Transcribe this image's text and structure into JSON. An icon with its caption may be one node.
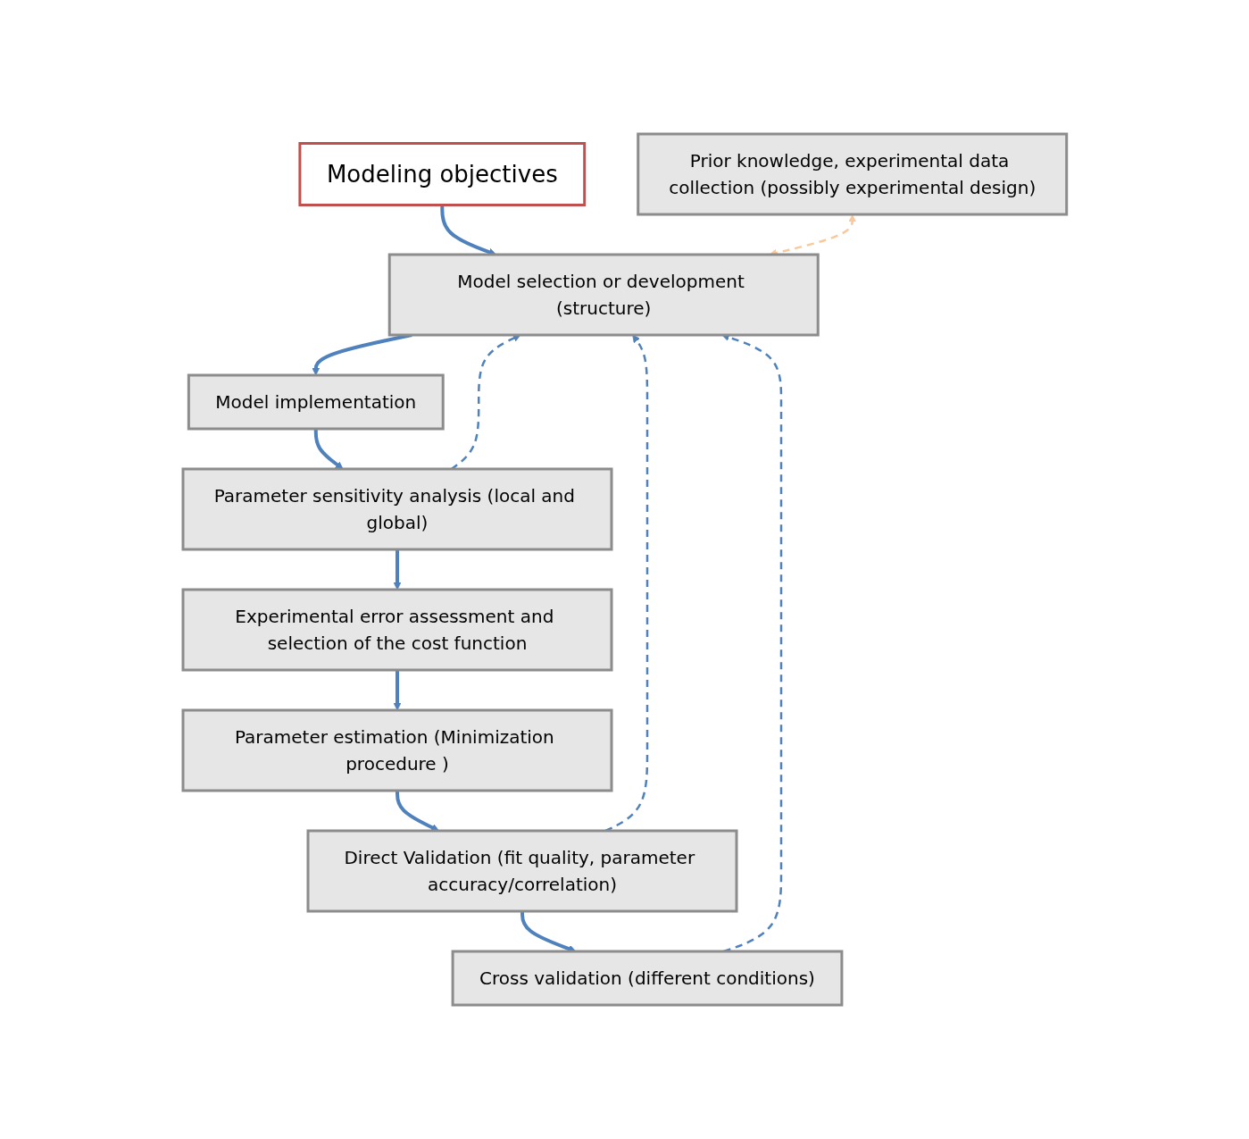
{
  "diagram": {
    "nodes": [
      {
        "text": [
          "Modeling objectives"
        ]
      },
      {
        "text": [
          "Prior knowledge, experimental data collection (possibly experimental design)"
        ]
      },
      {
        "text": [
          "Model selection or development (structure)"
        ]
      },
      {
        "text": [
          "Model implementation"
        ]
      },
      {
        "text": [
          "Parameter sensitivity analysis (local and global)"
        ]
      },
      {
        "text": [
          "Experimental error assessment and selection of the cost function"
        ]
      },
      {
        "text": [
          "Parameter estimation (Minimization procedure )"
        ]
      },
      {
        "text": [
          "Direct Validation (fit quality, parameter accuracy/correlation)"
        ]
      },
      {
        "text": [
          "Cross validation (different conditions)"
        ]
      }
    ],
    "edges": [
      {
        "from": 0,
        "to": 2,
        "arrow": "to"
      },
      {
        "from": 1,
        "to": 2,
        "arrow": "both",
        "style": "dashed",
        "color": "#f9c89b"
      },
      {
        "from": 2,
        "to": 3,
        "arrow": "to"
      },
      {
        "from": 3,
        "to": 4,
        "arrow": "to"
      },
      {
        "from": 4,
        "to": 5,
        "arrow": "to"
      },
      {
        "from": 5,
        "to": 6,
        "arrow": "to"
      },
      {
        "from": 6,
        "to": 7,
        "arrow": "to"
      },
      {
        "from": 7,
        "to": 8,
        "arrow": "to"
      },
      {
        "from": 4,
        "to": 2,
        "arrow": "to",
        "style": "dashed"
      },
      {
        "from": 7,
        "to": 2,
        "arrow": "to",
        "style": "dashed"
      },
      {
        "from": 8,
        "to": 2,
        "arrow": "to",
        "style": "dashed"
      }
    ]
  }
}
